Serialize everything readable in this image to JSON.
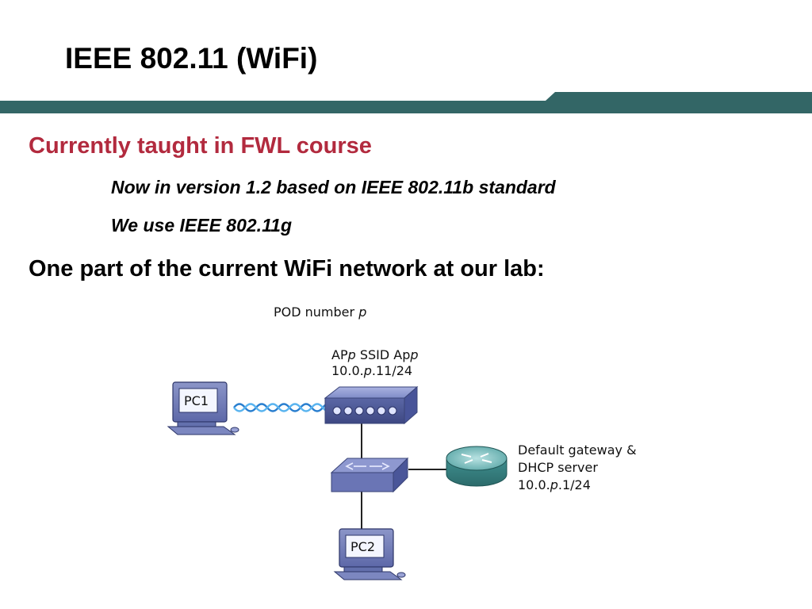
{
  "slide": {
    "title": "IEEE 802.11 (WiFi)",
    "bullet_1": "Currently taught in FWL course",
    "sub_bullet_1": "Now in version 1.2 based on IEEE 802.11b standard",
    "sub_bullet_2": "We use IEEE 802.11g",
    "bullet_2": "One part of the current WiFi network at our lab:"
  },
  "diagram": {
    "pod_label_prefix": "POD number ",
    "pod_label_var": "p",
    "ap": {
      "name_a": "AP",
      "name_b": "p",
      "name_c": " SSID Ap",
      "name_d": "p",
      "ip_a": "10.0.",
      "ip_b": "p",
      "ip_c": ".11/24"
    },
    "router": {
      "line1": "Default gateway &",
      "line2": "DHCP server",
      "ip_a": "10.0.",
      "ip_b": "p",
      "ip_c": ".1/24"
    },
    "pc1_label": "PC1",
    "pc2_label": "PC2"
  },
  "colors": {
    "band": "#336666",
    "accent_red": "#b22a3e",
    "device_blue": "#6a78b8",
    "router_teal": "#4a9a9a"
  }
}
